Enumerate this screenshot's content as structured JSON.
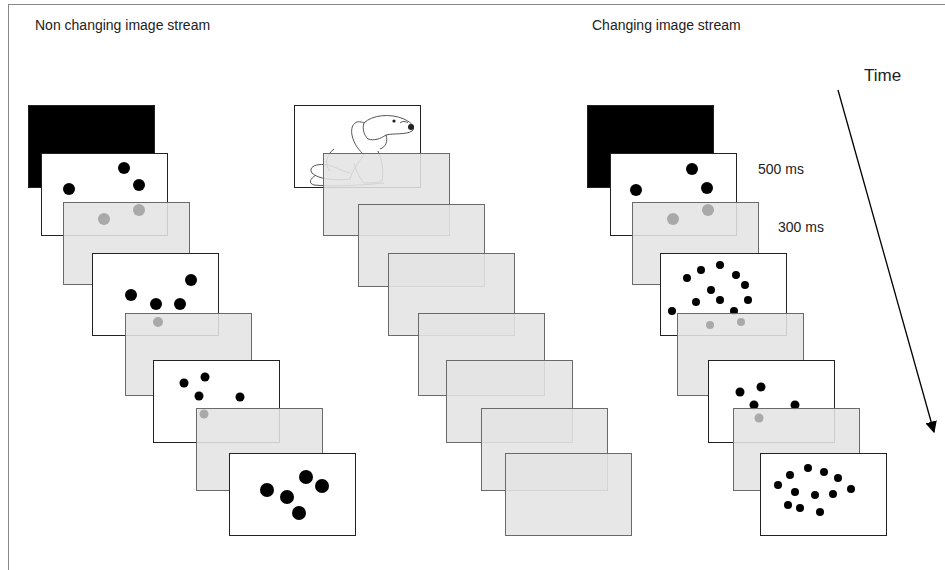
{
  "diagram": {
    "labels": [
      "Non changing image stream",
      "Changing image stream",
      "Time",
      "500 ms",
      "300 ms"
    ]
  }
}
